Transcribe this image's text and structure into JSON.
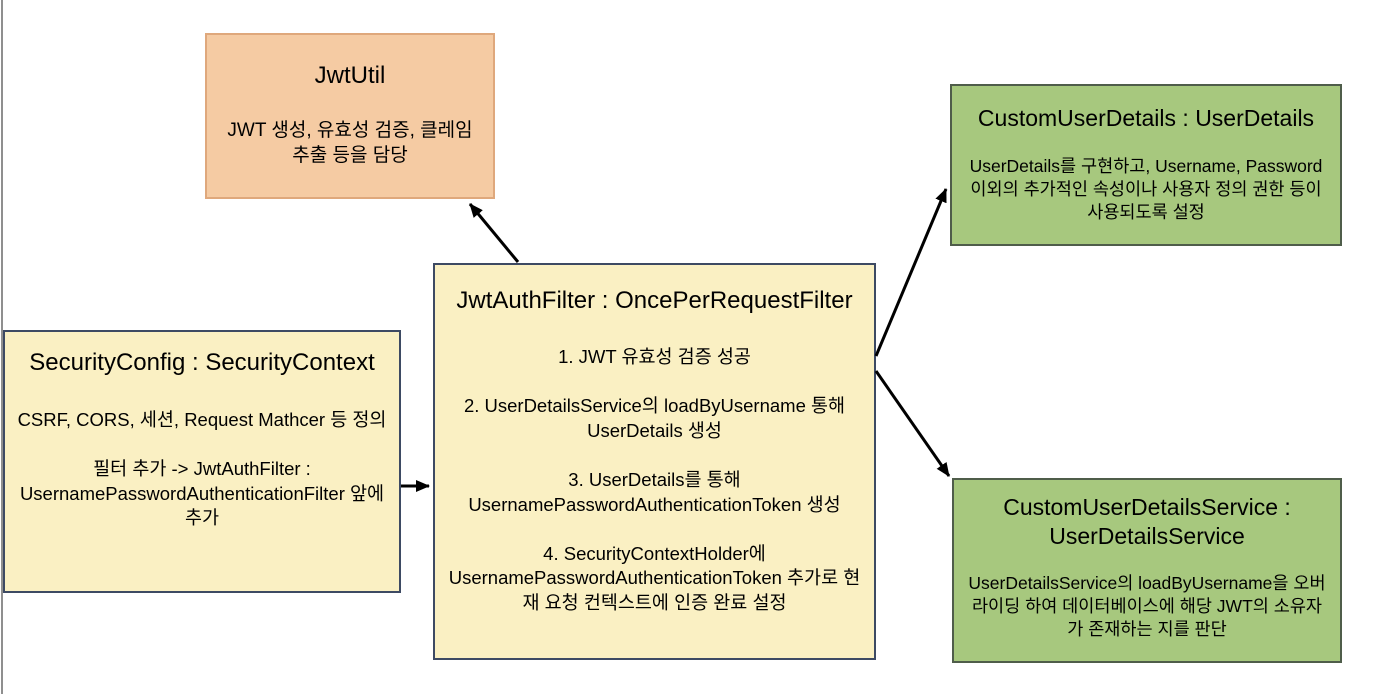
{
  "diagram": {
    "background_color": "#ffffff",
    "accent_colors": {
      "orange_fill": "#F5CBA3",
      "orange_border": "#DFA87C",
      "yellow_fill": "#FAF0C3",
      "yellow_border": "#3D4A63",
      "green_fill": "#A7C87E",
      "green_border": "#4F5D4A",
      "arrow_color": "#000000"
    },
    "nodes": {
      "jwtutil": {
        "title": "JwtUtil",
        "body": [
          "JWT 생성, 유효성 검증, 클레임 추출 등을 담당"
        ]
      },
      "securityconfig": {
        "title": "SecurityConfig : SecurityContext",
        "body": [
          "CSRF, CORS, 세션, Request Mathcer 등 정의",
          "필터 추가 -> JwtAuthFilter : UsernamePasswordAuthenticationFilter 앞에 추가"
        ]
      },
      "jwtauthfilter": {
        "title": "JwtAuthFilter : OncePerRequestFilter",
        "body": [
          "1. JWT 유효성 검증 성공",
          "2. UserDetailsService의 loadByUsername 통해 UserDetails 생성",
          "3. UserDetails를 통해 UsernamePasswordAuthenticationToken 생성",
          "4. SecurityContextHolder에 UsernamePasswordAuthenticationToken 추가로 현재 요청 컨텍스트에 인증 완료 설정"
        ]
      },
      "customuserdetails": {
        "title": "CustomUserDetails : UserDetails",
        "body": [
          "UserDetails를 구현하고, Username, Password 이외의 추가적인 속성이나 사용자 정의 권한 등이 사용되도록 설정"
        ]
      },
      "customuserdetailsservice": {
        "title": "CustomUserDetailsService : UserDetailsService",
        "body": [
          "UserDetailsService의 loadByUsername을 오버라이딩 하여 데이터베이스에 해당 JWT의 소유자가 존재하는 지를 판단"
        ]
      }
    },
    "edges": [
      {
        "from": "JwtAuthFilter",
        "to": "JwtUtil"
      },
      {
        "from": "SecurityConfig",
        "to": "JwtAuthFilter"
      },
      {
        "from": "JwtAuthFilter",
        "to": "CustomUserDetails"
      },
      {
        "from": "JwtAuthFilter",
        "to": "CustomUserDetailsService"
      }
    ]
  }
}
